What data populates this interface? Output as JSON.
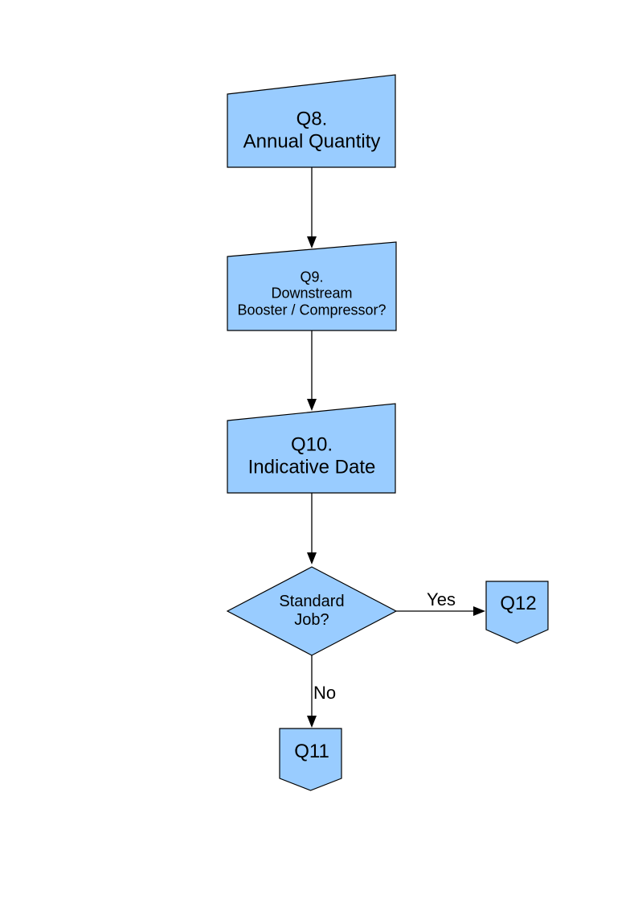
{
  "diagram": {
    "colors": {
      "shape_fill": "#99CCFF",
      "shape_border": "#000000",
      "connector": "#000000",
      "text": "#000000",
      "page_background": "#FFFFFF"
    },
    "nodes": {
      "q8": {
        "label": "Q8.\nAnnual Quantity",
        "shape": "manual-input"
      },
      "q9": {
        "label": "Q9.\nDownstream\nBooster / Compressor?",
        "shape": "manual-input"
      },
      "q10": {
        "label": "Q10.\nIndicative Date",
        "shape": "manual-input"
      },
      "decision": {
        "label": "Standard\nJob?",
        "shape": "decision-diamond"
      },
      "q12": {
        "label": "Q12",
        "shape": "off-page-connector"
      },
      "q11": {
        "label": "Q11",
        "shape": "off-page-connector"
      }
    },
    "edges": {
      "yes": {
        "label": "Yes"
      },
      "no": {
        "label": "No"
      }
    }
  }
}
